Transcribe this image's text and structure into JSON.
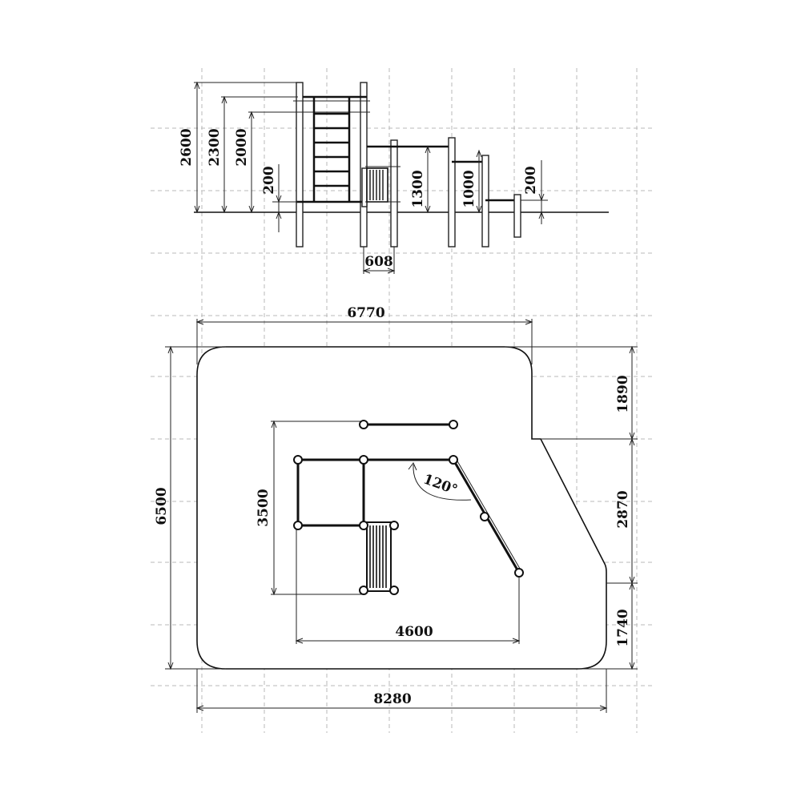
{
  "elevation": {
    "heights": {
      "h2600": "2600",
      "h2300": "2300",
      "h2000": "2000",
      "h200_left": "200",
      "h1300": "1300",
      "h1000": "1000",
      "h200_right": "200"
    },
    "width_608": "608"
  },
  "plan": {
    "width_top": "6770",
    "width_bottom": "8280",
    "height_total": "6500",
    "inner_height": "3500",
    "inner_width": "4600",
    "angle": "120°",
    "right_seg_1": "1890",
    "right_seg_2": "2870",
    "right_seg_3": "1740"
  }
}
